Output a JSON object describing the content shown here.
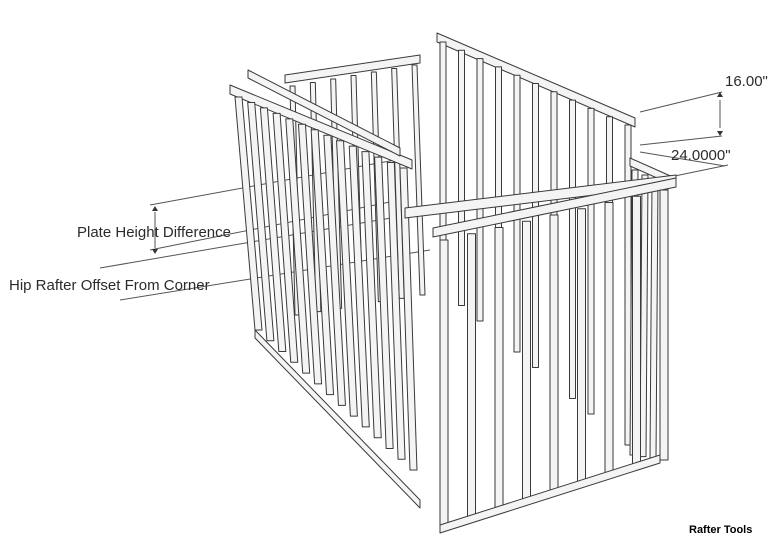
{
  "labels": {
    "plate_height_difference": "Plate Height Difference",
    "hip_rafter_offset": "Hip Rafter Offset From Corner",
    "dim_16": "16.00\"",
    "dim_24": "24.0000\""
  },
  "brand": {
    "text": "Rafter Tools"
  },
  "colors": {
    "stroke": "#3a3a3a",
    "stud_fill": "#f4f4f4",
    "dim_line": "#555555"
  }
}
